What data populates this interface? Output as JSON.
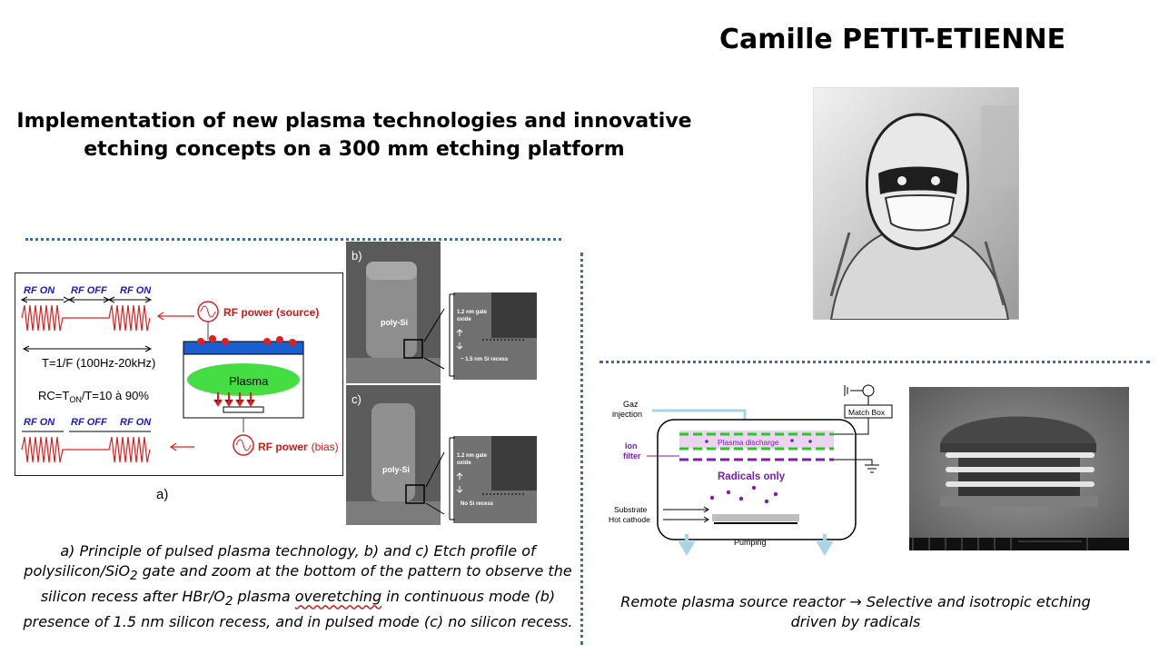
{
  "author": "Camille PETIT-ETIENNE",
  "title_line1": "Implementation of new plasma technologies and innovative",
  "title_line2": "etching concepts on a 300 mm etching platform",
  "pulsed": {
    "rf_on": "RF ON",
    "rf_off": "RF OFF",
    "source_label": "RF power (source)",
    "bias_label_main": "RF power",
    "bias_label_paren": "(bias)",
    "period": "T=1/F (100Hz-20kHz)",
    "duty_prefix": "RC=T",
    "duty_sub": "ON",
    "duty_suffix": "/T=10 à 90%",
    "plasma": "Plasma",
    "panel_a": "a)"
  },
  "tem": {
    "panel_b": "b)",
    "panel_c": "c)",
    "poly_si": "poly-Si",
    "oxide_l1": "1.2 nm gate",
    "oxide_l2": "oxide",
    "recess_b": "~ 1.5 nm Si recess",
    "recess_c": "No Si recess"
  },
  "caption_left": {
    "p1": "a) Principle of pulsed plasma technology, b) and c) Etch profile of polysilicon/SiO",
    "sub1": "2",
    "p2": " gate and zoom at the bottom of the pattern to observe the silicon recess after HBr/O",
    "sub2": "2",
    "p3": " plasma ",
    "wavy": "overetching",
    "p4": " in continuous mode (b) presence of 1.5 nm silicon recess, and in pulsed mode (c) no silicon recess."
  },
  "reactor": {
    "gaz": "Gaz",
    "injection": "injection",
    "match_box": "Match Box",
    "discharge": "Plasma discharge",
    "ion": "Ion",
    "filter": "filter",
    "radicals": "Radicals only",
    "substrate": "Substrate",
    "hot_cathode": "Hot cathode",
    "pumping": "Pumping"
  },
  "caption_right": {
    "line1": "Remote plasma source reactor → Selective and isotropic etching",
    "line2": "driven by radicals"
  },
  "colors": {
    "accent_dots": "#2e6fbf",
    "rf_red": "#e02020",
    "rf_blue": "#1a1ad0",
    "plasma_green": "#44dd44",
    "radical_purple": "#7a1fb0"
  }
}
